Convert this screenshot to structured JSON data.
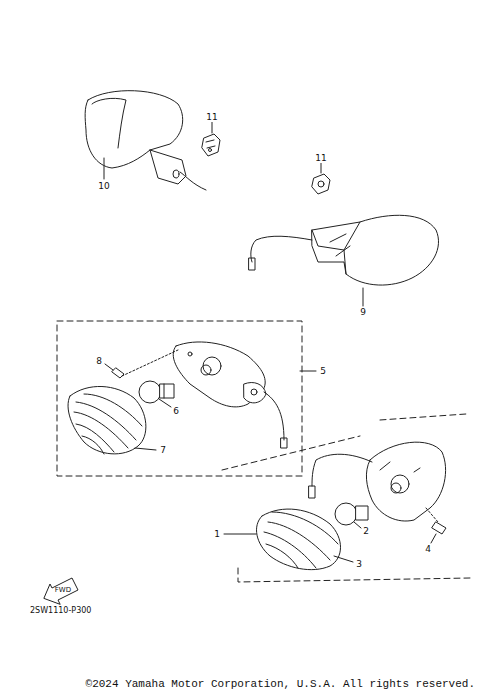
{
  "diagram": {
    "caption": "©2024 Yamaha Motor Corporation, U.S.A. All rights reserved.",
    "labels": [
      "10",
      "11",
      "11",
      "9",
      "8",
      "6",
      "5",
      "7",
      "1",
      "2",
      "4",
      "3",
      "FWD",
      "2SW1110-P300"
    ]
  }
}
